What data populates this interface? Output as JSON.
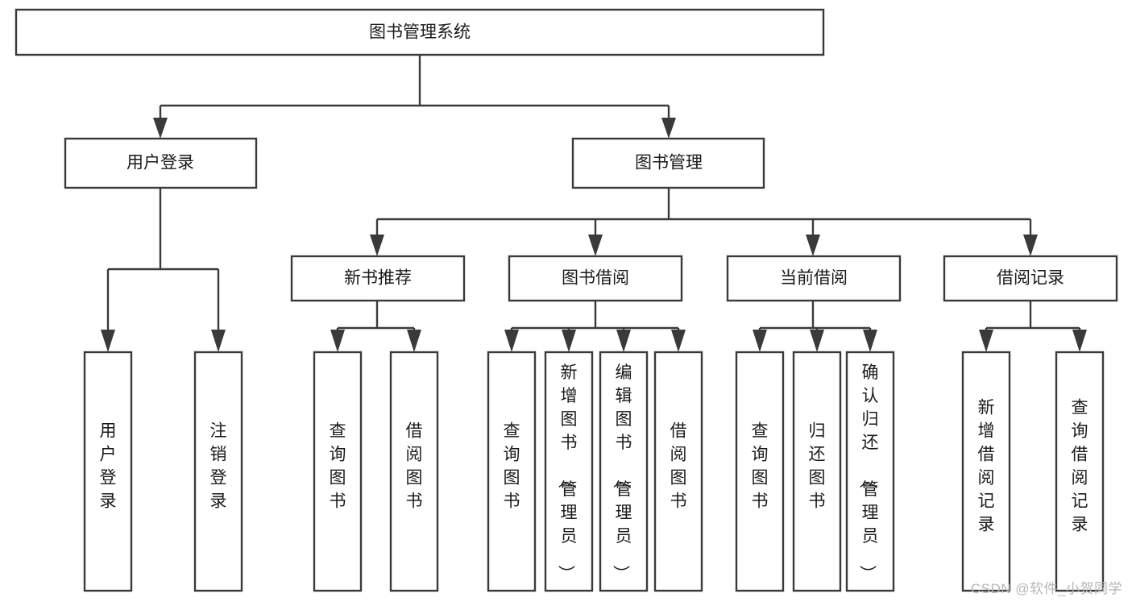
{
  "diagram": {
    "title": "图书管理系统",
    "watermark": "CSDN @软件_小贺同学",
    "type": "tree-hierarchy-functional-decomposition",
    "levels": 4,
    "nodes": {
      "root": {
        "label": "图书管理系统"
      },
      "level2": [
        {
          "id": "user-login",
          "label": "用户登录"
        },
        {
          "id": "book-management",
          "label": "图书管理"
        }
      ],
      "level3": [
        {
          "id": "new-book-recommend",
          "label": "新书推荐",
          "parent": "book-management"
        },
        {
          "id": "book-borrow",
          "label": "图书借阅",
          "parent": "book-management"
        },
        {
          "id": "current-borrow",
          "label": "当前借阅",
          "parent": "book-management"
        },
        {
          "id": "borrow-record",
          "label": "借阅记录",
          "parent": "book-management"
        }
      ],
      "leaves": {
        "user-login": [
          {
            "id": "leaf-user-login",
            "label": "用户登录"
          },
          {
            "id": "leaf-logout",
            "label": "注销登录"
          }
        ],
        "new-book-recommend": [
          {
            "id": "leaf-query-book-1",
            "label": "查询图书"
          },
          {
            "id": "leaf-borrow-book-1",
            "label": "借阅图书"
          }
        ],
        "book-borrow": [
          {
            "id": "leaf-query-book-2",
            "label": "查询图书"
          },
          {
            "id": "leaf-add-book",
            "label": "新增图书（管理员）"
          },
          {
            "id": "leaf-edit-book",
            "label": "编辑图书（管理员）"
          },
          {
            "id": "leaf-borrow-book-2",
            "label": "借阅图书"
          }
        ],
        "current-borrow": [
          {
            "id": "leaf-query-book-3",
            "label": "查询图书"
          },
          {
            "id": "leaf-return-book",
            "label": "归还图书"
          },
          {
            "id": "leaf-confirm-return",
            "label": "确认归还（管理员）"
          }
        ],
        "borrow-record": [
          {
            "id": "leaf-add-record",
            "label": "新增借阅记录"
          },
          {
            "id": "leaf-query-record",
            "label": "查询借阅记录"
          }
        ]
      }
    },
    "colors": {
      "box_stroke": "#3a3a3a",
      "box_fill": "#ffffff",
      "text": "#1a1a1a",
      "connector": "#3a3a3a",
      "watermark": "#b6b6b6",
      "background": "#ffffff"
    }
  }
}
